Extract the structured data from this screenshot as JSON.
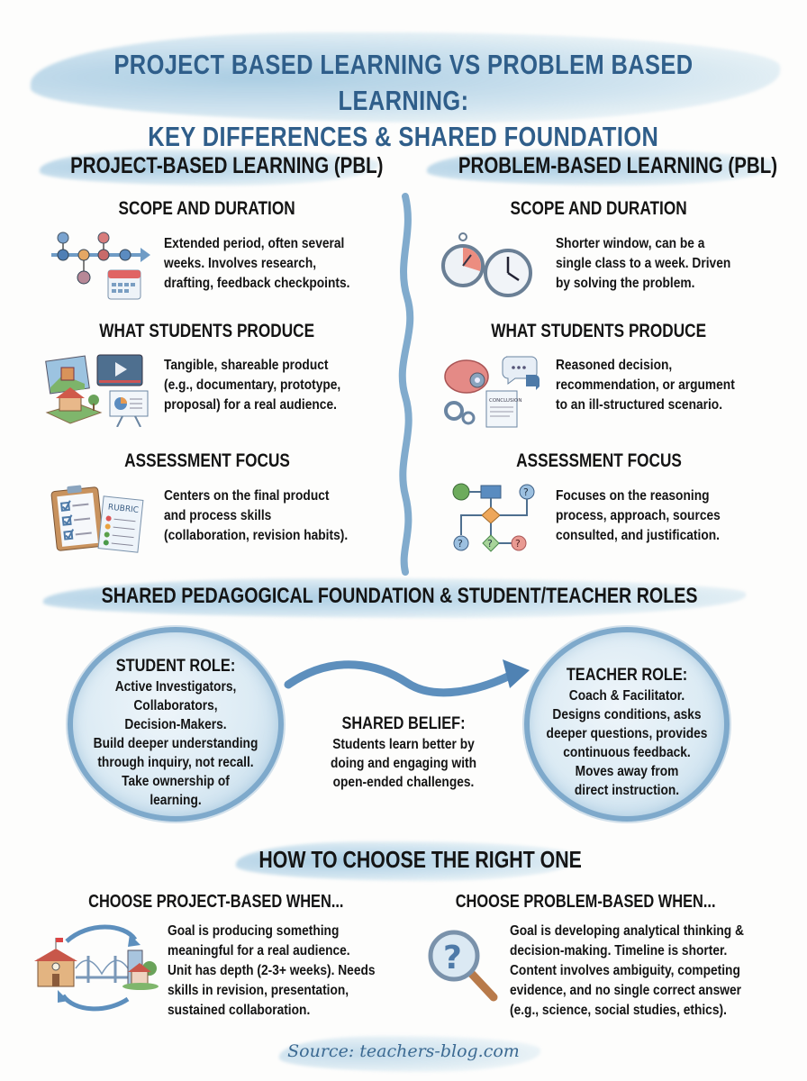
{
  "title": {
    "line1": "PROJECT BASED LEARNING VS PROBLEM BASED LEARNING:",
    "line2": "KEY DIFFERENCES & SHARED FOUNDATION"
  },
  "project": {
    "header": "PROJECT-BASED LEARNING (PBL)",
    "sections": [
      {
        "heading": "SCOPE AND DURATION",
        "icon": "timeline-calendar-icon",
        "lines": [
          "Extended period, often several",
          "weeks. Involves research,",
          "drafting, feedback checkpoints."
        ]
      },
      {
        "heading": "WHAT STUDENTS PRODUCE",
        "icon": "media-products-icon",
        "lines": [
          "Tangible, shareable product",
          "(e.g., documentary, prototype,",
          "proposal) for a real audience."
        ]
      },
      {
        "heading": "ASSESSMENT FOCUS",
        "icon": "clipboard-rubric-icon",
        "rubric_label": "RUBRIC",
        "lines": [
          "Centers on the final product",
          "and process skills",
          "(collaboration, revision habits)."
        ]
      }
    ]
  },
  "problem": {
    "header": "PROBLEM-BASED LEARNING (PBL)",
    "sections": [
      {
        "heading": "SCOPE AND DURATION",
        "icon": "stopwatch-clock-icon",
        "lines": [
          "Shorter window, can be a",
          "single class to a week. Driven",
          "by solving the problem."
        ]
      },
      {
        "heading": "WHAT STUDENTS PRODUCE",
        "icon": "brain-gears-document-icon",
        "doc_label": "CONCLUSION",
        "lines": [
          "Reasoned decision,",
          "recommendation, or argument",
          "to an ill-structured scenario."
        ]
      },
      {
        "heading": "ASSESSMENT FOCUS",
        "icon": "flowchart-icon",
        "lines": [
          "Focuses on the reasoning",
          "process, approach, sources",
          "consulted, and justification."
        ]
      }
    ]
  },
  "shared": {
    "header": "SHARED PEDAGOGICAL FOUNDATION & STUDENT/TEACHER ROLES",
    "student": {
      "heading": "STUDENT ROLE:",
      "lines": [
        "Active Investigators,",
        "Collaborators,",
        "Decision-Makers.",
        "Build deeper understanding",
        "through inquiry, not recall.",
        "Take ownership of",
        "learning."
      ]
    },
    "belief": {
      "heading": "SHARED BELIEF:",
      "lines": [
        "Students learn better by",
        "doing and engaging with",
        "open-ended challenges."
      ]
    },
    "teacher": {
      "heading": "TEACHER ROLE:",
      "lines": [
        "Coach & Facilitator.",
        "Designs conditions, asks",
        "deeper questions, provides",
        "continuous feedback.",
        "Moves away from",
        "direct instruction."
      ]
    }
  },
  "choose": {
    "header": "HOW TO CHOOSE THE RIGHT ONE",
    "project": {
      "heading": "CHOOSE PROJECT-BASED WHEN...",
      "icon": "school-bridge-community-icon",
      "lines": [
        "Goal is producing something",
        "meaningful for a real audience.",
        "Unit has depth (2-3+ weeks). Needs",
        "skills in revision, presentation,",
        "sustained collaboration."
      ]
    },
    "problem": {
      "heading": "CHOOSE PROBLEM-BASED WHEN...",
      "icon": "magnifier-question-icon",
      "lines": [
        "Goal is developing analytical thinking &",
        "decision-making. Timeline is shorter.",
        "Content involves ambiguity, competing",
        "evidence, and no single correct answer",
        "(e.g., science, social studies, ethics)."
      ]
    }
  },
  "source": "Source: teachers-blog.com",
  "colors": {
    "title_blue": "#2f5e8a",
    "wash_blue": "#8fbddb",
    "text": "#141414",
    "circle_border": "#7ea9cb"
  }
}
